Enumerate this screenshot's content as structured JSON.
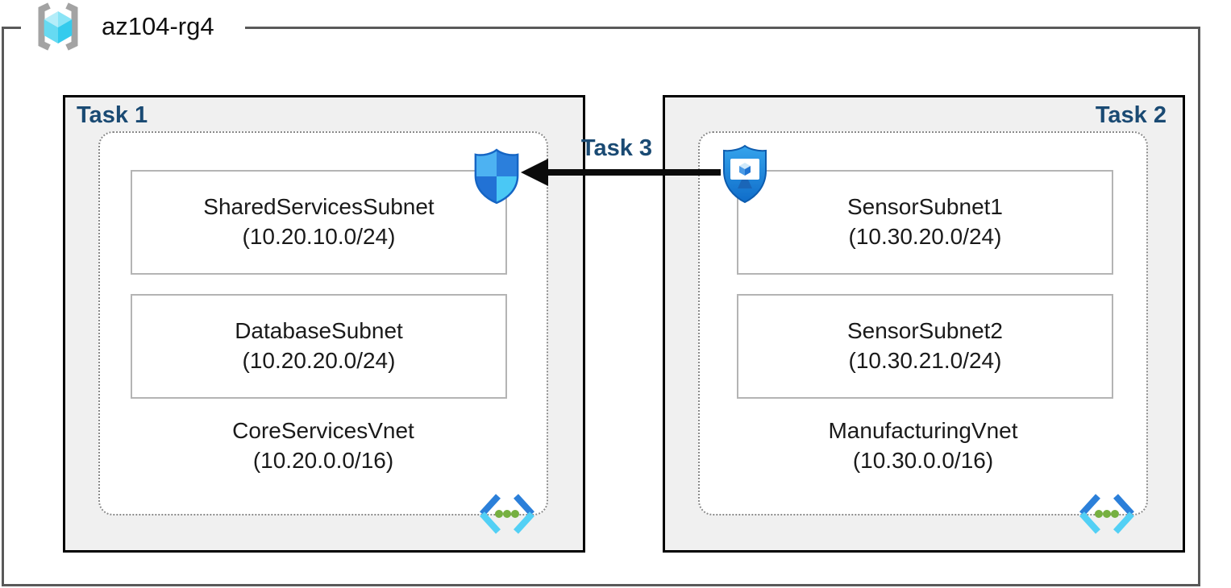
{
  "header": {
    "resource_group_name": "az104-rg4"
  },
  "tasks": {
    "task1": {
      "label": "Task 1",
      "vnet": {
        "name": "CoreServicesVnet",
        "cidr": "(10.20.0.0/16)",
        "subnets": [
          {
            "name": "SharedServicesSubnet",
            "cidr": "(10.20.10.0/24)"
          },
          {
            "name": "DatabaseSubnet",
            "cidr": "(10.20.20.0/24)"
          }
        ]
      }
    },
    "task2": {
      "label": "Task 2",
      "vnet": {
        "name": "ManufacturingVnet",
        "cidr": "(10.30.0.0/16)",
        "subnets": [
          {
            "name": "SensorSubnet1",
            "cidr": "(10.30.20.0/24)"
          },
          {
            "name": "SensorSubnet2",
            "cidr": "(10.30.21.0/24)"
          }
        ]
      }
    },
    "task3": {
      "label": "Task 3"
    }
  },
  "icons": {
    "resource_group": "azure-resource-group-icon",
    "nsg": "network-security-group-shield-icon",
    "bastion": "azure-bastion-icon",
    "vnet": "virtual-network-icon"
  },
  "colors": {
    "task_label": "#1a4a73",
    "box_background": "#f0f0f0",
    "box_border": "#000000",
    "frame_border": "#595959",
    "subnet_border": "#b4b4b4",
    "arrow": "#000000",
    "vnet_dot_green": "#76b041",
    "azure_blue": "#2b7fdc",
    "azure_cyan": "#4ac8f5"
  }
}
